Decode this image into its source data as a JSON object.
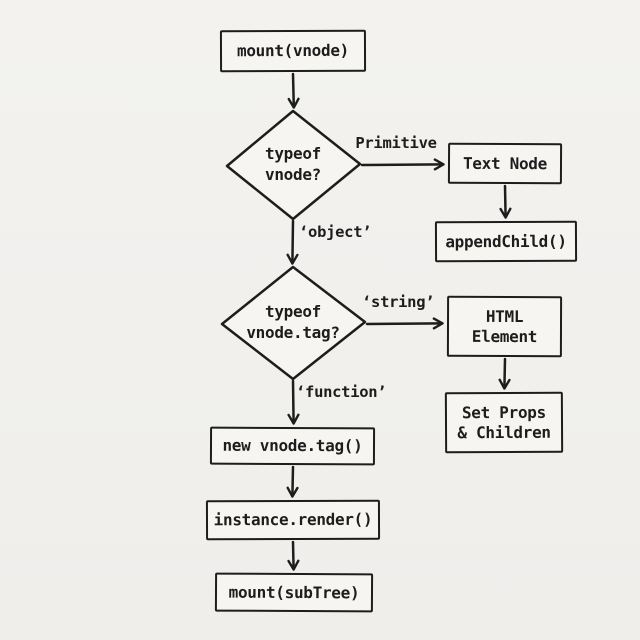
{
  "colors": {
    "background": "#f1f0ed",
    "stroke": "#1d1d1d",
    "node_fill": "#f6f5f2"
  },
  "nodes": {
    "mount_vnode": {
      "label": "mount(vnode)"
    },
    "typeof_vnode": {
      "label": "typeof\nvnode?"
    },
    "text_node": {
      "label": "Text Node"
    },
    "append_child": {
      "label": "appendChild()"
    },
    "typeof_vnode_tag": {
      "label": "typeof\nvnode.tag?"
    },
    "html_element": {
      "label": "HTML\nElement"
    },
    "set_props_children": {
      "label": "Set Props\n& Children"
    },
    "new_vnode_tag": {
      "label": "new vnode.tag()"
    },
    "instance_render": {
      "label": "instance.render()"
    },
    "mount_subtree": {
      "label": "mount(subTree)"
    }
  },
  "edge_labels": {
    "primitive": "Primitive",
    "object": "‘object’",
    "string": "‘string’",
    "function": "‘function’"
  }
}
